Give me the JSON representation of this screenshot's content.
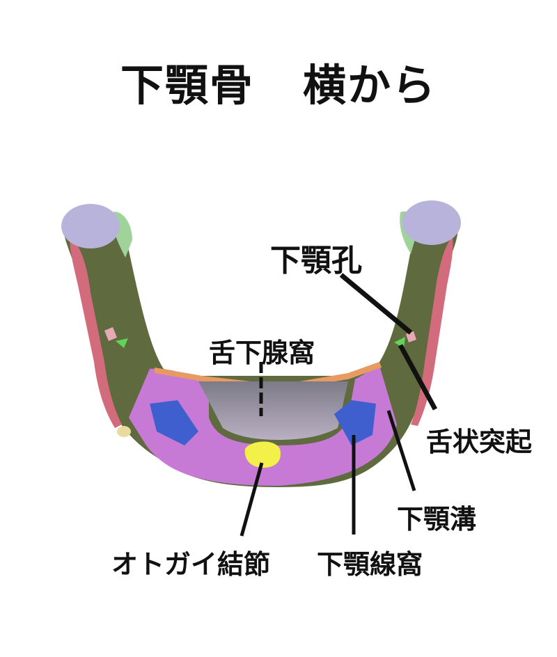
{
  "title": {
    "part1": "下顎骨",
    "part2": "横から"
  },
  "labels": {
    "mandibular_foramen": "下顎孔",
    "sublingual_fossa": "舌下腺窩",
    "lingula": "舌状突起",
    "mylohyoid_groove": "下顎溝",
    "mental_tubercle": "オトガイ結節",
    "submandibular_fossa": "下顎線窩"
  },
  "colors": {
    "bone_olive": "#5f6b3e",
    "region_magenta": "#c67ad6",
    "region_blue": "#3f5fcf",
    "region_yellow": "#f3f04a",
    "condyle_lavender": "#b7b3da",
    "ramus_red": "#d26b7c",
    "rim_orange": "#e79a62",
    "fossa_gray": "#8f8a99"
  }
}
